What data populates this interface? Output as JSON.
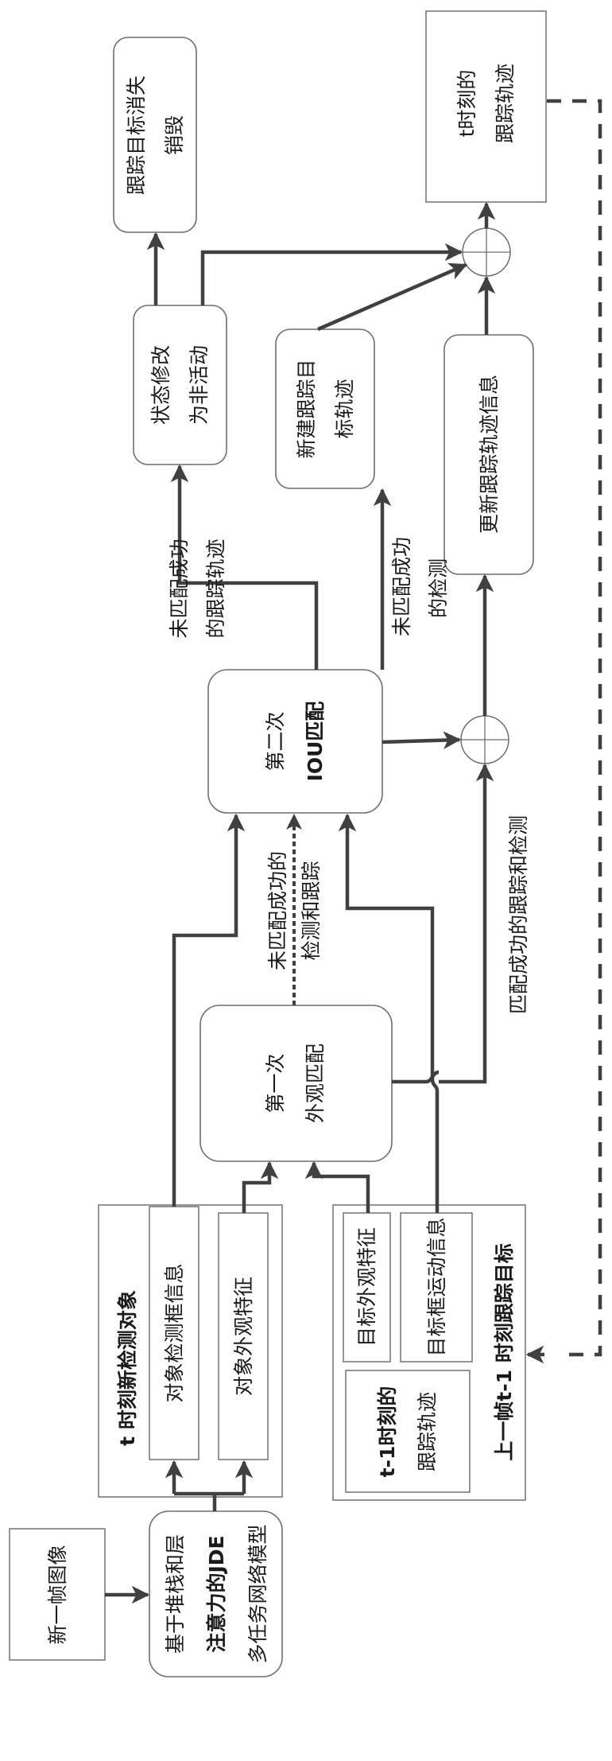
{
  "diagram": {
    "orientation": "rotated-90-ccw",
    "nodes": {
      "new_frame": {
        "lines": [
          "新一帧图像"
        ]
      },
      "jde_model": {
        "lines": [
          "基于堆栈和层",
          "注意力的JDE",
          "多任务网络模型"
        ]
      },
      "t_detections": {
        "title": "t 时刻新检测对象"
      },
      "det_box_info": {
        "lines": [
          "对象检测框信息"
        ]
      },
      "det_appearance": {
        "lines": [
          "对象外观特征"
        ]
      },
      "prev_targets": {
        "title": "上一帧t-1 时刻跟踪目标"
      },
      "target_appearance": {
        "lines": [
          "目标外观特征"
        ]
      },
      "target_motion": {
        "lines": [
          "目标框运动信息"
        ]
      },
      "prev_tracks": {
        "lines": [
          "t-1时刻的",
          "跟踪轨迹"
        ]
      },
      "first_match": {
        "lines": [
          "第一次",
          "外观匹配"
        ]
      },
      "second_match": {
        "lines": [
          "第二次",
          "IOU匹配"
        ]
      },
      "set_inactive": {
        "lines": [
          "状态修改",
          "为非活动"
        ]
      },
      "destroy_lost": {
        "lines": [
          "跟踪目标消失",
          "销毁"
        ]
      },
      "new_track": {
        "lines": [
          "新建跟踪目",
          "标轨迹"
        ]
      },
      "update_track": {
        "lines": [
          "更新跟踪轨迹信息"
        ]
      },
      "t_tracks": {
        "lines": [
          "t时刻的",
          "跟踪轨迹"
        ]
      }
    },
    "edge_labels": {
      "unmatched_after_first": [
        "未匹配成功的",
        "检测和跟踪"
      ],
      "unmatched_tracks": [
        "未匹配成功",
        "的跟踪轨迹"
      ],
      "unmatched_detections": [
        "未匹配成功",
        "的检测"
      ],
      "matched": [
        "匹配成功的跟踪和检测"
      ]
    },
    "junction_symbol": "⊕",
    "colors": {
      "line": "#404040",
      "border": "#7a7a7a",
      "text": "#1a1a1a"
    }
  }
}
